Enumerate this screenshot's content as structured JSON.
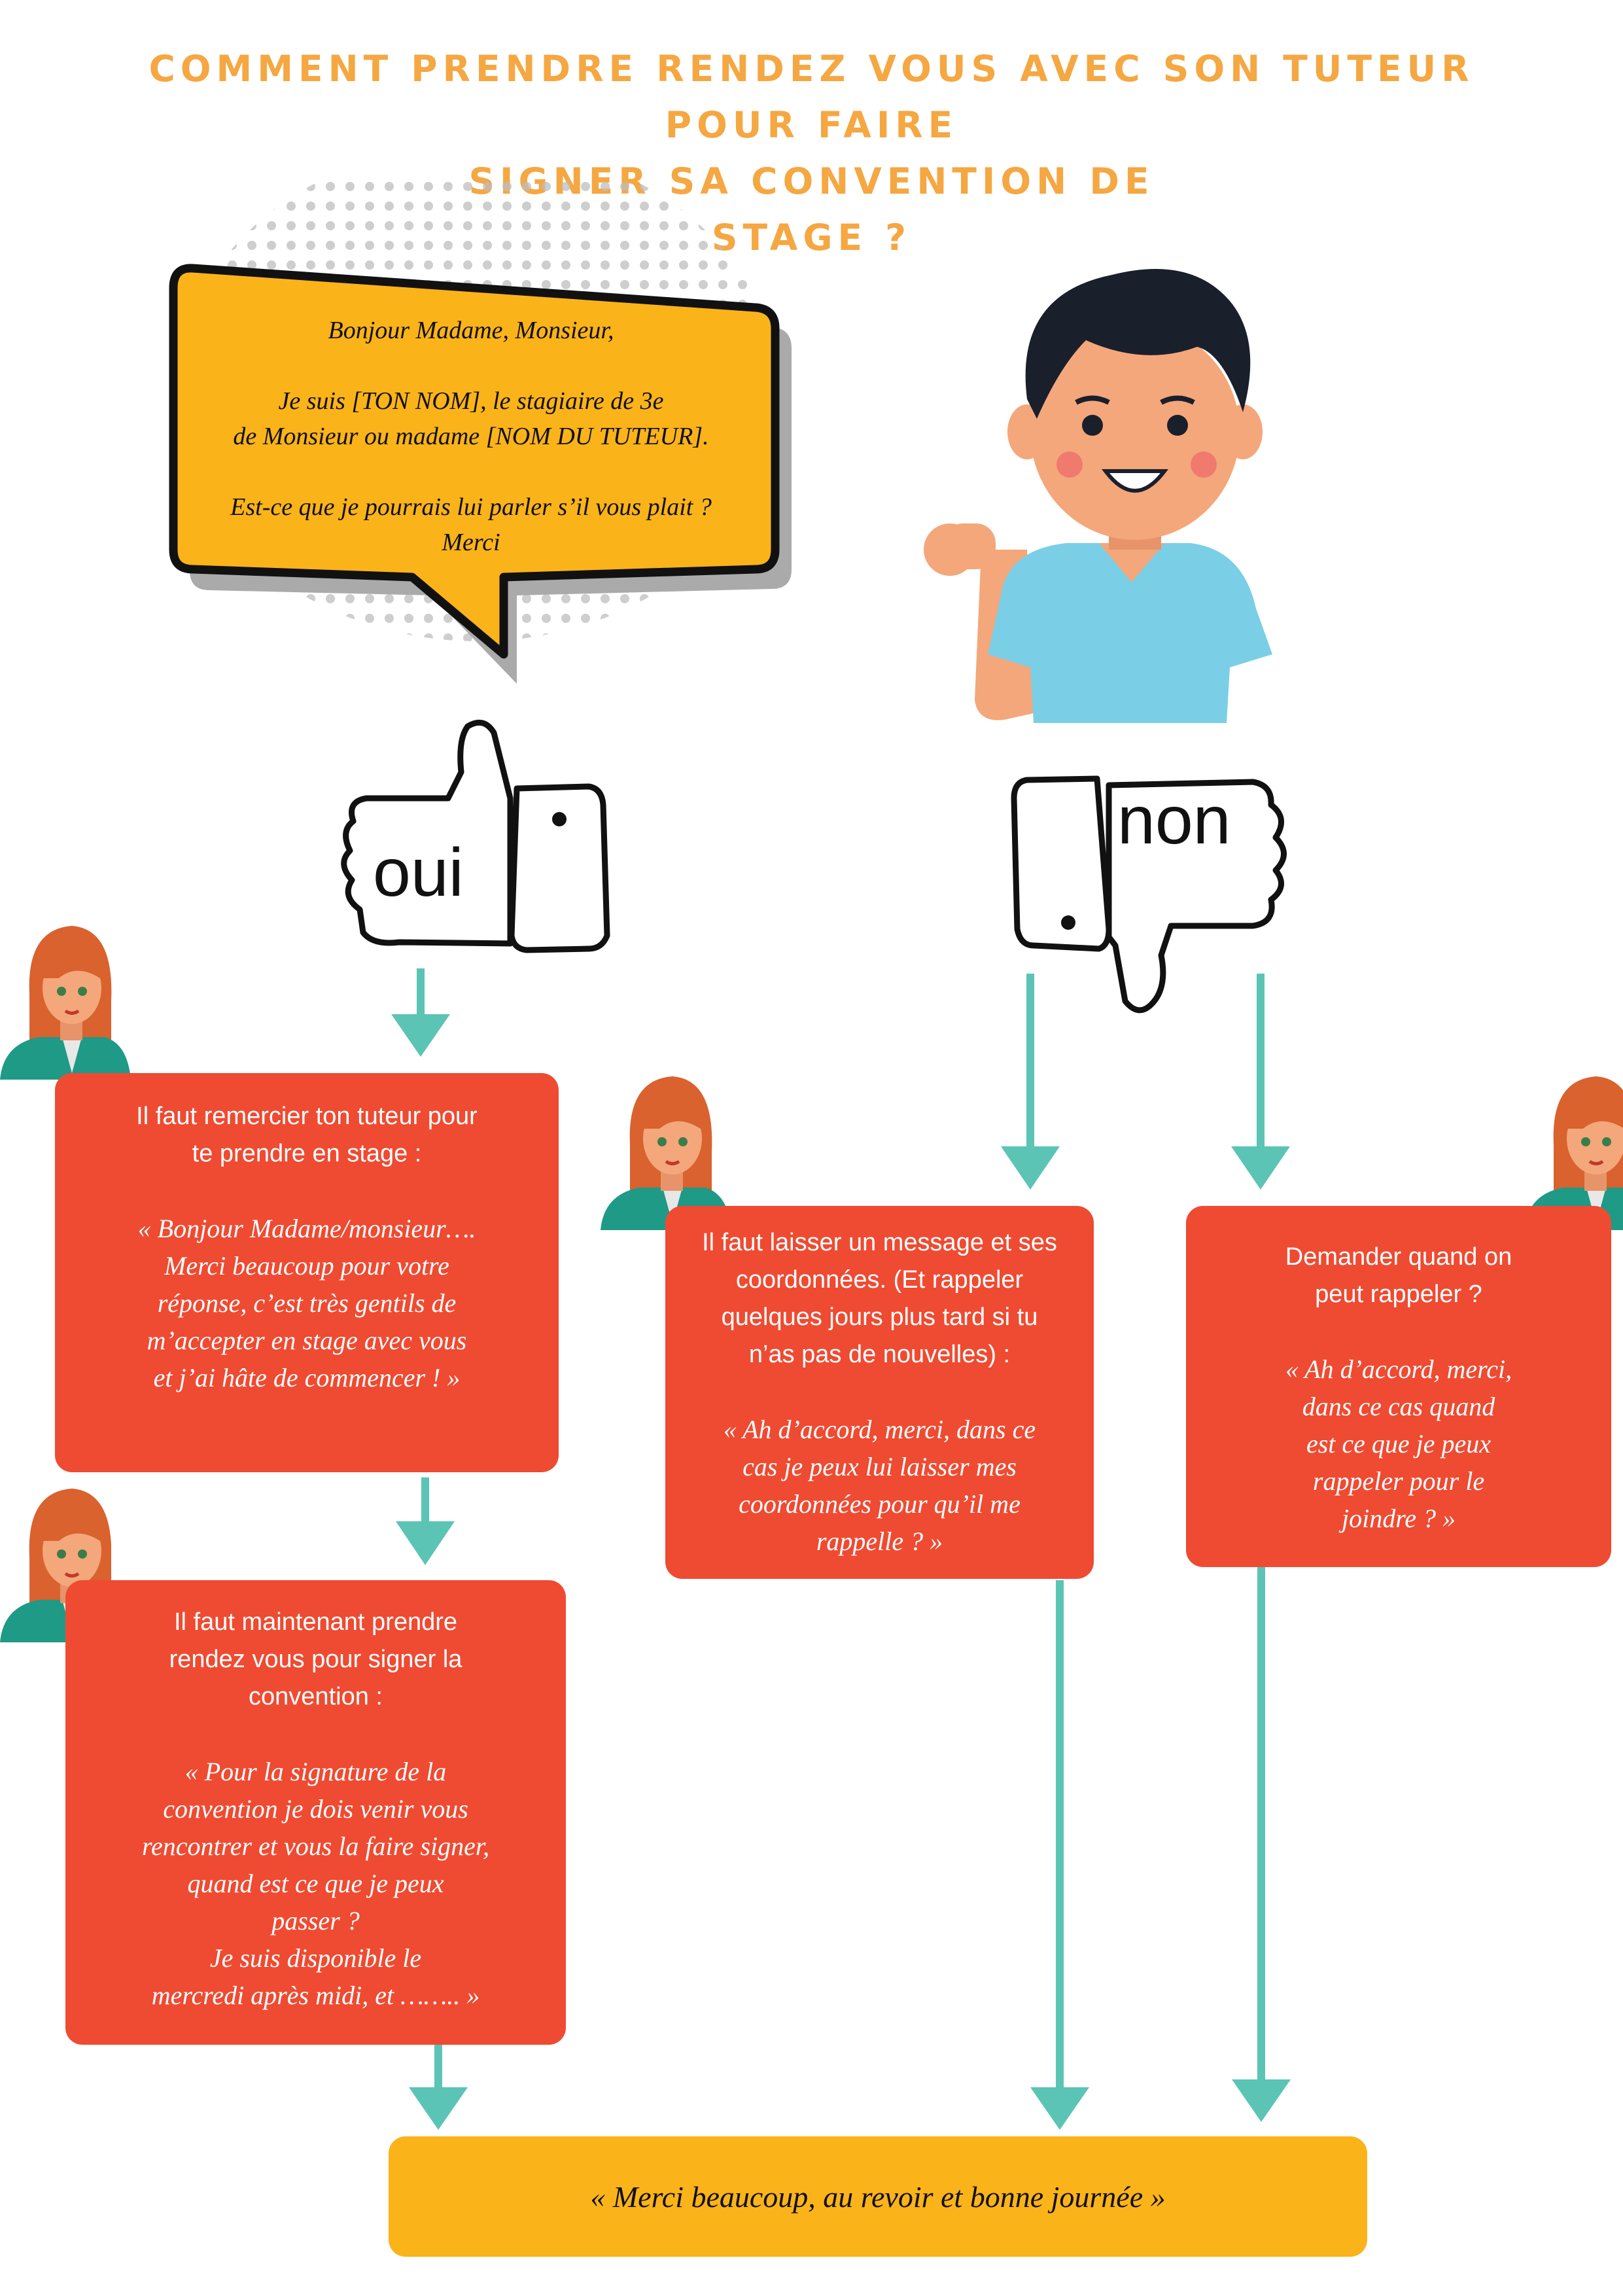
{
  "title": {
    "lines": [
      "COMMENT PRENDRE RENDEZ VOUS AVEC SON TUTEUR POUR FAIRE",
      "SIGNER SA CONVENTION DE",
      "STAGE ?"
    ]
  },
  "bubble": {
    "lines": [
      "Bonjour Madame, Monsieur,",
      "",
      "Je suis [TON NOM], le stagiaire de 3e",
      "de Monsieur ou madame [NOM DU TUTEUR].",
      "",
      "Est-ce que je pourrais lui parler s’il vous plait ?",
      "Merci"
    ]
  },
  "thumbs": {
    "yes_label": "oui",
    "no_label": "non"
  },
  "boxes": {
    "thank_tutor": {
      "head": [
        "Il faut remercier ton tuteur pour",
        "te prendre en stage :"
      ],
      "quote": [
        "« Bonjour Madame/monsieur….",
        "Merci beaucoup pour votre",
        "réponse, c’est très gentils de",
        "m’accepter en stage avec vous",
        "et j’ai hâte de commencer ! »"
      ]
    },
    "make_appointment": {
      "head": [
        "Il faut maintenant prendre",
        "rendez vous pour signer la",
        "convention :"
      ],
      "quote": [
        "« Pour la signature de la",
        "convention je dois venir vous",
        "rencontrer et vous la faire signer,",
        "quand est ce que je peux",
        "passer ?",
        "Je suis disponible le",
        "mercredi après midi, et …….. »"
      ]
    },
    "leave_message": {
      "head": [
        "Il faut laisser un message et ses",
        "coordonnées. (Et rappeler",
        "quelques jours plus tard si tu",
        "n’as pas de nouvelles) :"
      ],
      "quote": [
        "« Ah d’accord, merci, dans ce",
        "cas je peux lui laisser mes",
        "coordonnées pour qu’il me",
        "rappelle ? »"
      ]
    },
    "ask_callback": {
      "head": [
        "Demander quand on",
        "peut rappeler ?"
      ],
      "quote": [
        "« Ah d’accord, merci,",
        "dans ce cas quand",
        "est ce que je peux",
        "rappeler pour le",
        "joindre ? »"
      ]
    }
  },
  "final": {
    "text": "« Merci beaucoup, au revoir et bonne journée »"
  },
  "colors": {
    "title": "#F5A742",
    "box": "#EE4B32",
    "final": "#FBB31A",
    "arrow": "#5BC4B5",
    "bubble": "#FBB31A",
    "shirt": "#7ACFE6",
    "skin": "#F4A77A",
    "woman_hair": "#D9622F",
    "woman_jacket": "#1E9A86"
  },
  "icons": [
    "speech-bubble-icon",
    "boy-waving-icon",
    "thumbs-up-icon",
    "thumbs-down-icon",
    "woman-advisor-icon",
    "arrow-down-icon"
  ]
}
